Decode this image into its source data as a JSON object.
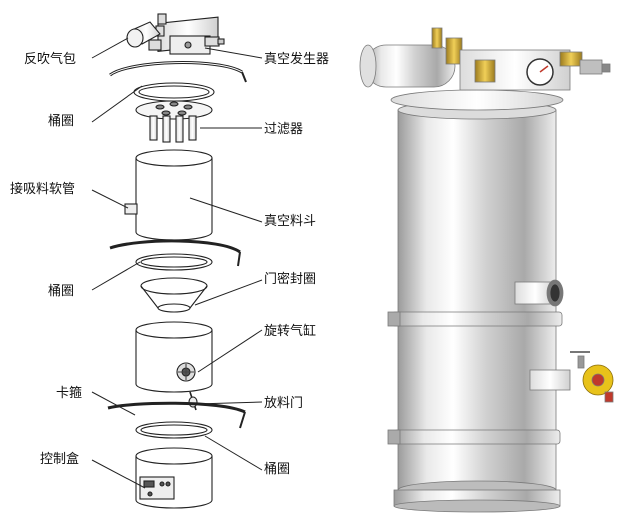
{
  "labels": {
    "reverse_blow_tank": "反吹气包",
    "vacuum_generator": "真空发生器",
    "barrel_ring_top": "桶圈",
    "filter": "过滤器",
    "suction_hose": "接吸料软管",
    "vacuum_hopper": "真空料斗",
    "barrel_ring_middle": "桶圈",
    "door_seal_ring": "门密封圈",
    "rotary_cylinder": "旋转气缸",
    "discharge_door": "放料门",
    "clamp_hoop": "卡箍",
    "control_box": "控制盒",
    "barrel_ring_bottom": "桶圈"
  },
  "colors": {
    "line": "#222222",
    "steel_light": "#f4f4f4",
    "steel_mid": "#c8c8c8",
    "steel_dark": "#8a8a8a",
    "brass": "#c9a233",
    "valve_yellow": "#e8c21a",
    "valve_red": "#c0392b",
    "gauge_face": "#ffffff"
  }
}
